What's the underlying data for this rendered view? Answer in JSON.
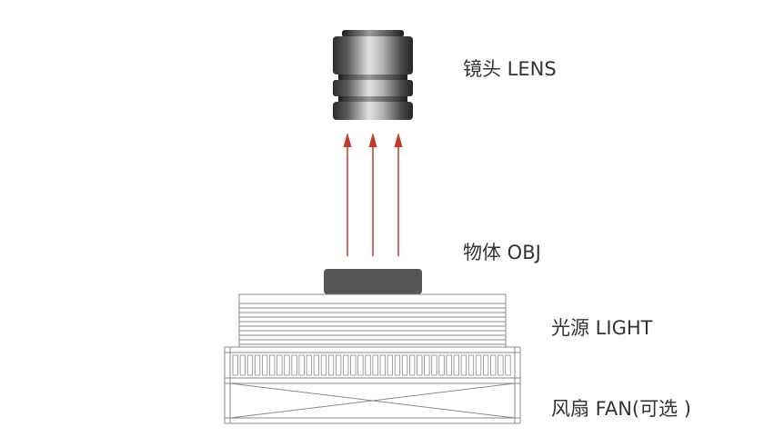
{
  "labels": {
    "lens": "镜头 LENS",
    "object": "物体 OBJ",
    "light": "光源 LIGHT",
    "fan": "风扇 FAN(可选 )"
  },
  "colors": {
    "arrow": "#c0392b",
    "object_fill": "#555555",
    "line": "#8a8a8a"
  }
}
